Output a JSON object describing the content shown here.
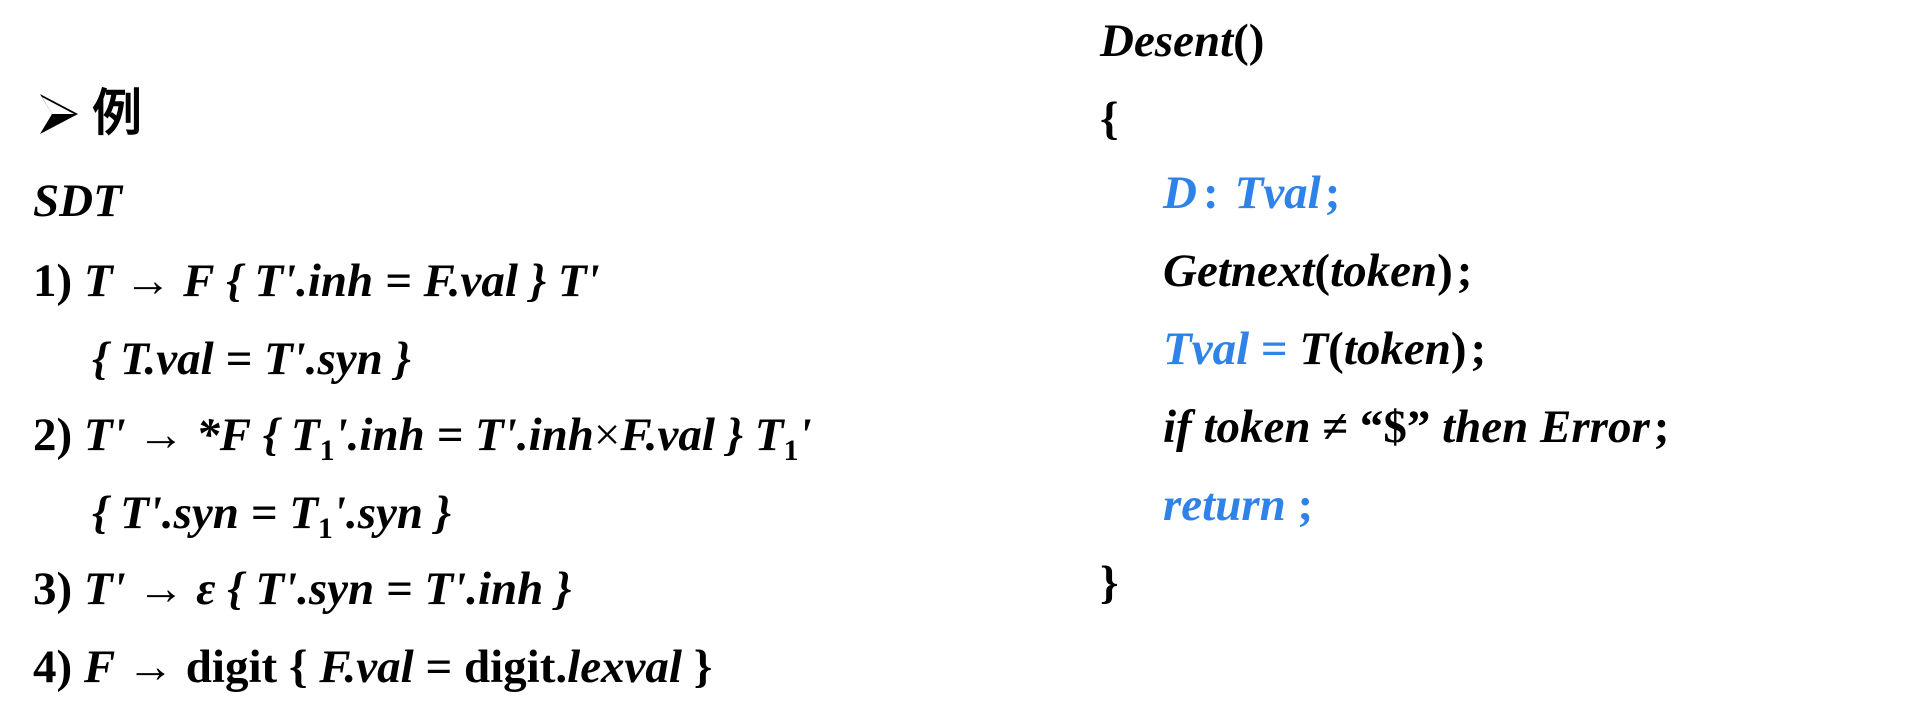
{
  "left": {
    "heading": {
      "bullet_icon": "arrowhead-bullet-icon",
      "text": "例"
    },
    "subtitle": "SDT",
    "rules": [
      {
        "num": "1)",
        "lhs": "T",
        "arrow": "→",
        "rhs": "F",
        "action1": "{ T'.inh = F.val }",
        "tail": "T'",
        "action2": "{ T.val = T'.syn }"
      },
      {
        "num": "2)",
        "lhs": "T'",
        "arrow": "→",
        "rhs": "*F",
        "action1_a": "{ T",
        "action1_sub": "1",
        "action1_b": "'.inh = T'.inh",
        "times": "×",
        "action1_c": "F.val }",
        "tail": "T",
        "tail_sub": "1",
        "tail_prime": "'",
        "action2_a": "{ T'.syn = T",
        "action2_sub": "1",
        "action2_b": "'.syn }"
      },
      {
        "num": "3)",
        "lhs": "T'",
        "arrow": "→",
        "rhs": "ε",
        "action1": "{ T'.syn = T'.inh }"
      },
      {
        "num": "4)",
        "lhs": "F",
        "arrow": "→",
        "rhs": "digit",
        "action1_a": "{ ",
        "action1_b": "F.val",
        "action1_c": " = digit.",
        "action1_d": "lexval",
        "action1_e": " }"
      }
    ]
  },
  "right": {
    "func_name": "Desent",
    "func_parens": "()",
    "open_brace": "{",
    "decl": {
      "var": "D",
      "colon": ":",
      "type": "Tval",
      "semi": ";"
    },
    "getnext": {
      "fn": "Getnext",
      "open": "(",
      "arg": "token",
      "close": ")",
      "semi": ";"
    },
    "assign": {
      "lhs": "Tval",
      "eq": "=",
      "fn": "T",
      "open": "(",
      "arg": "token",
      "close": ")",
      "semi": ";"
    },
    "if_stmt": {
      "kw_if": "if token",
      "neq": "≠",
      "lit": "“$”",
      "rest": "then Error",
      "semi": ";"
    },
    "return_stmt": {
      "kw": "return",
      "semi": ";"
    },
    "close_brace": "}"
  },
  "colors": {
    "text": "#000000",
    "accent_blue": "#2f83e8"
  }
}
